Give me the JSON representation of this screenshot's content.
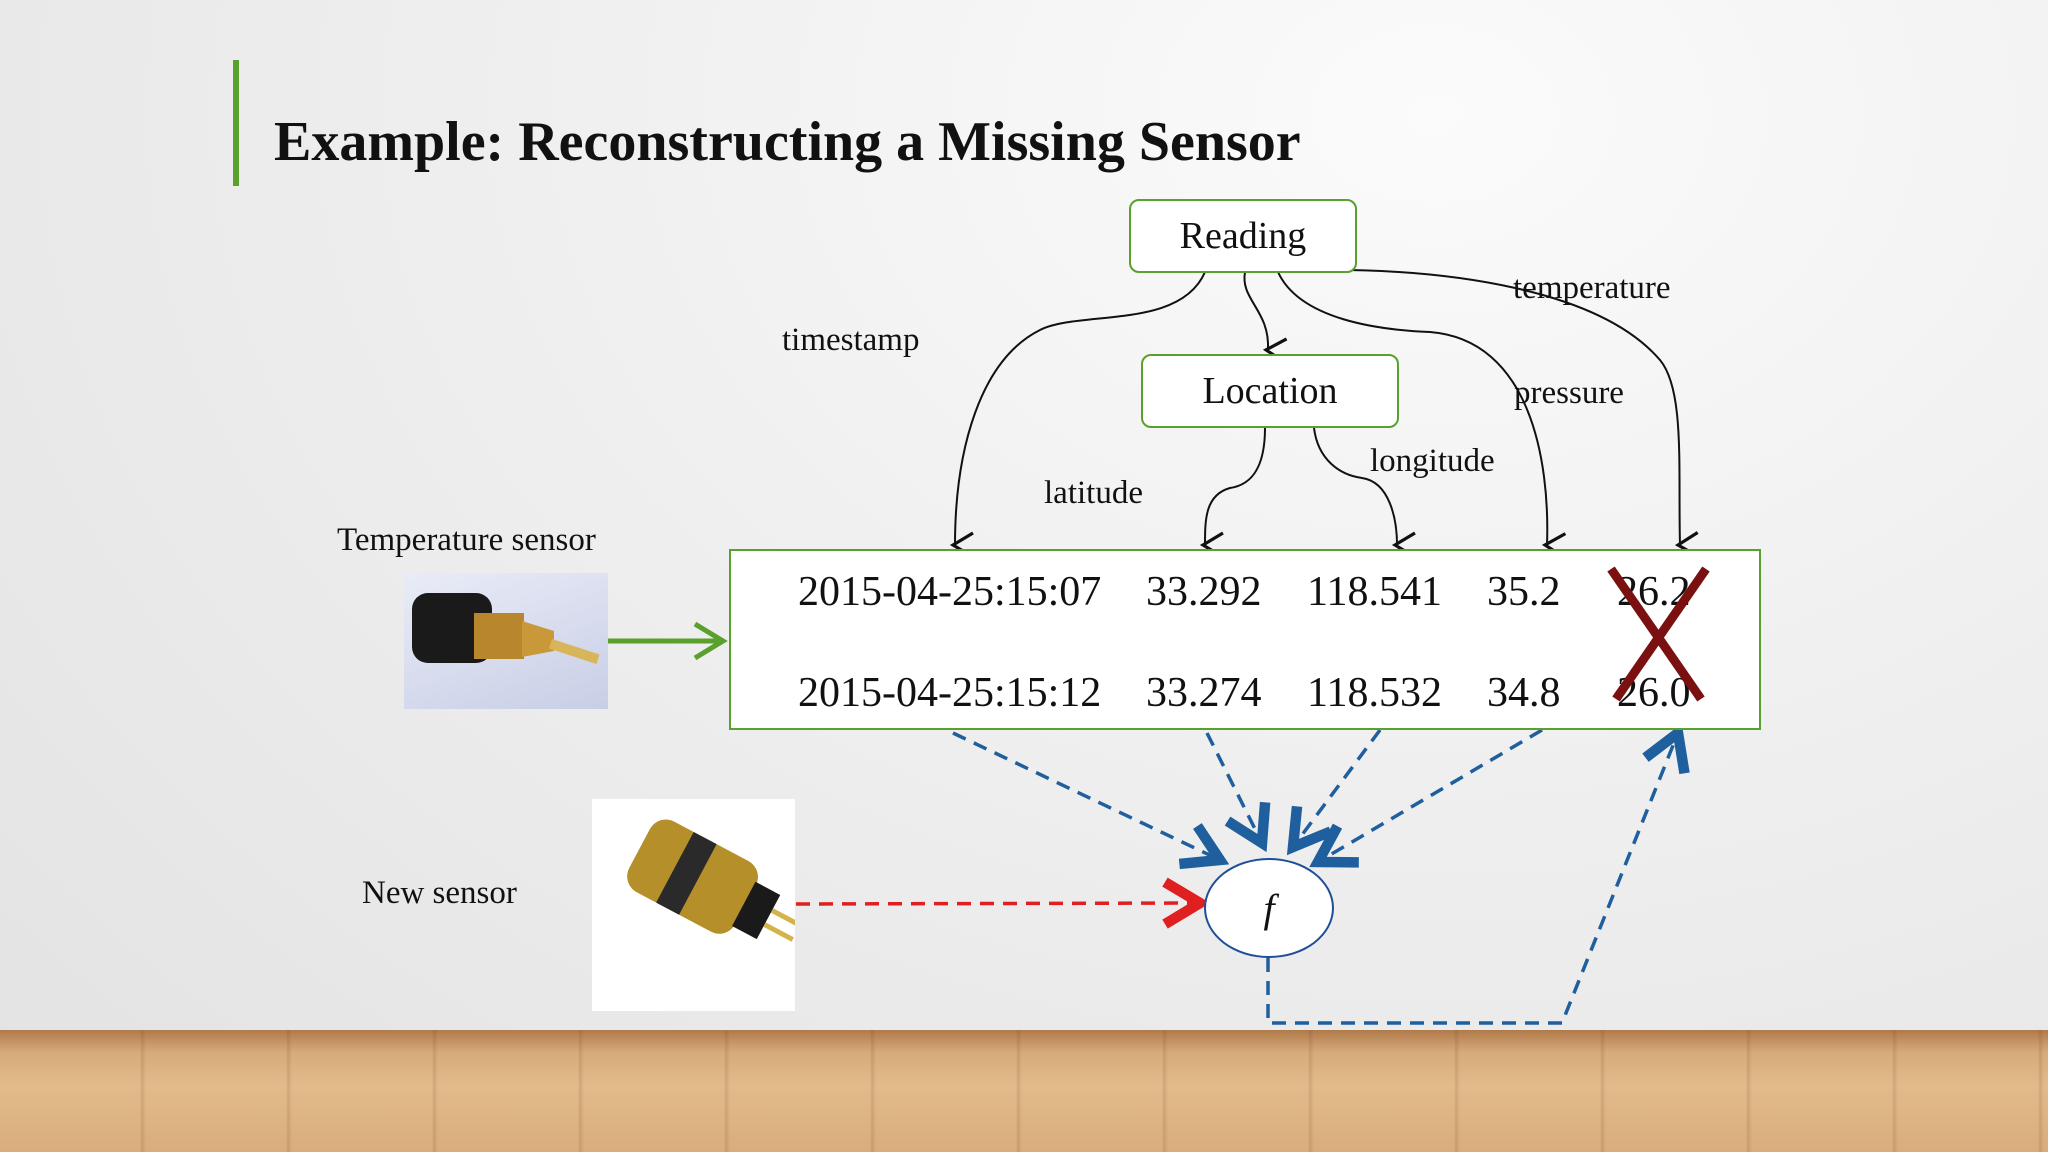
{
  "slide": {
    "title": "Example: Reconstructing a Missing Sensor"
  },
  "nodes": {
    "reading": "Reading",
    "location": "Location"
  },
  "edges": {
    "timestamp": "timestamp",
    "temperature": "temperature",
    "pressure": "pressure",
    "latitude": "latitude",
    "longitude": "longitude"
  },
  "sensors": {
    "temperature_sensor": "Temperature sensor",
    "new_sensor": "New sensor"
  },
  "table": {
    "rows": [
      [
        "2015-04-25:15:07",
        "33.292",
        "118.541",
        "35.2",
        "26.2"
      ],
      [
        "2015-04-25:15:12",
        "33.274",
        "118.532",
        "34.8",
        "26.0"
      ]
    ]
  },
  "function_label": "f",
  "colors": {
    "accent": "#5aa02c",
    "dashed_blue": "#1f5f9e",
    "dashed_red": "#e02020",
    "cross": "#7a1010"
  }
}
